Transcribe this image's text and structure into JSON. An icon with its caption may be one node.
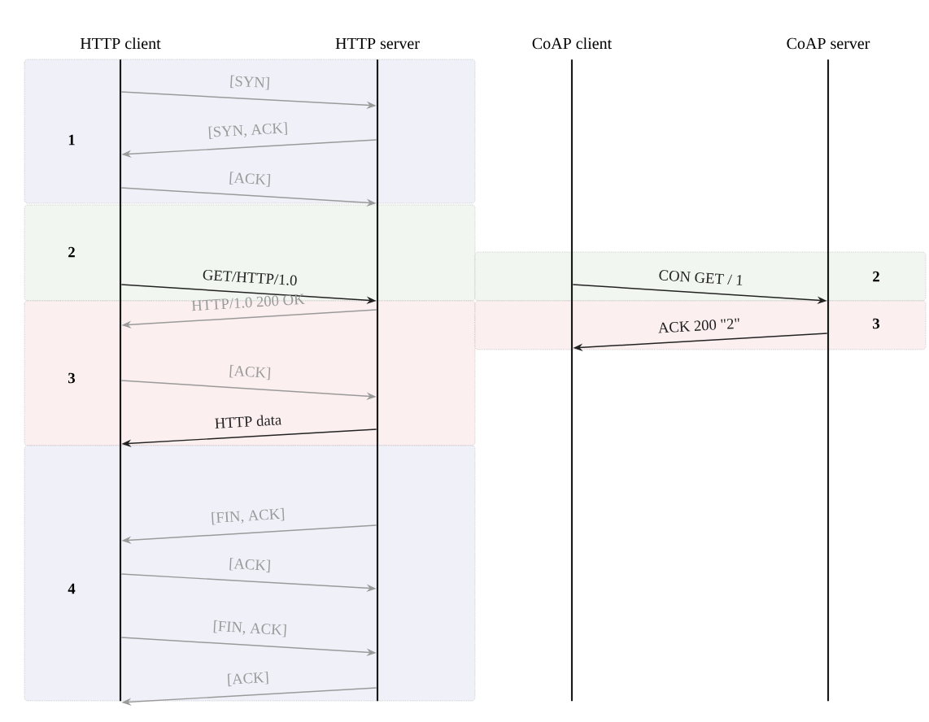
{
  "diagram": {
    "nodes": [
      {
        "text": [],
        "shape": "bar",
        "beside": [
          "HTTP client"
        ]
      },
      {
        "text": [],
        "shape": "bar",
        "beside": [
          "HTTP server"
        ]
      },
      {
        "text": [],
        "shape": "bar",
        "beside": [
          "CoAP client"
        ]
      },
      {
        "text": [],
        "shape": "bar",
        "beside": [
          "CoAP server"
        ]
      }
    ],
    "edges": [
      {
        "from": 0,
        "to": 1,
        "arrow": "to",
        "label": "[SYN]"
      },
      {
        "from": 1,
        "to": 0,
        "arrow": "to",
        "label": "[SYN, ACK]"
      },
      {
        "from": 0,
        "to": 1,
        "arrow": "to",
        "label": "[ACK]"
      },
      {
        "from": 0,
        "to": 1,
        "arrow": "to",
        "label": "GET/HTTP/1.0",
        "color": "#222222"
      },
      {
        "from": 1,
        "to": 0,
        "arrow": "to",
        "label": "HTTP/1.0 200 OK"
      },
      {
        "from": 0,
        "to": 1,
        "arrow": "to",
        "label": "[ACK]"
      },
      {
        "from": 1,
        "to": 0,
        "arrow": "to",
        "label": "HTTP data",
        "color": "#222222"
      },
      {
        "from": 1,
        "to": 0,
        "arrow": "to",
        "label": "[FIN, ACK]"
      },
      {
        "from": 0,
        "to": 1,
        "arrow": "to",
        "label": "[ACK]"
      },
      {
        "from": 0,
        "to": 1,
        "arrow": "to",
        "label": "[FIN, ACK]"
      },
      {
        "from": 1,
        "to": 0,
        "arrow": "to",
        "label": "[ACK]"
      },
      {
        "from": 2,
        "to": 3,
        "arrow": "to",
        "label": "CON GET / 1",
        "color": "#222222"
      },
      {
        "from": 3,
        "to": 2,
        "arrow": "to",
        "label": "ACK 200 \"2\"",
        "color": "#222222"
      }
    ],
    "labels": [
      "1",
      "2",
      "3",
      "4",
      "2",
      "3"
    ]
  }
}
